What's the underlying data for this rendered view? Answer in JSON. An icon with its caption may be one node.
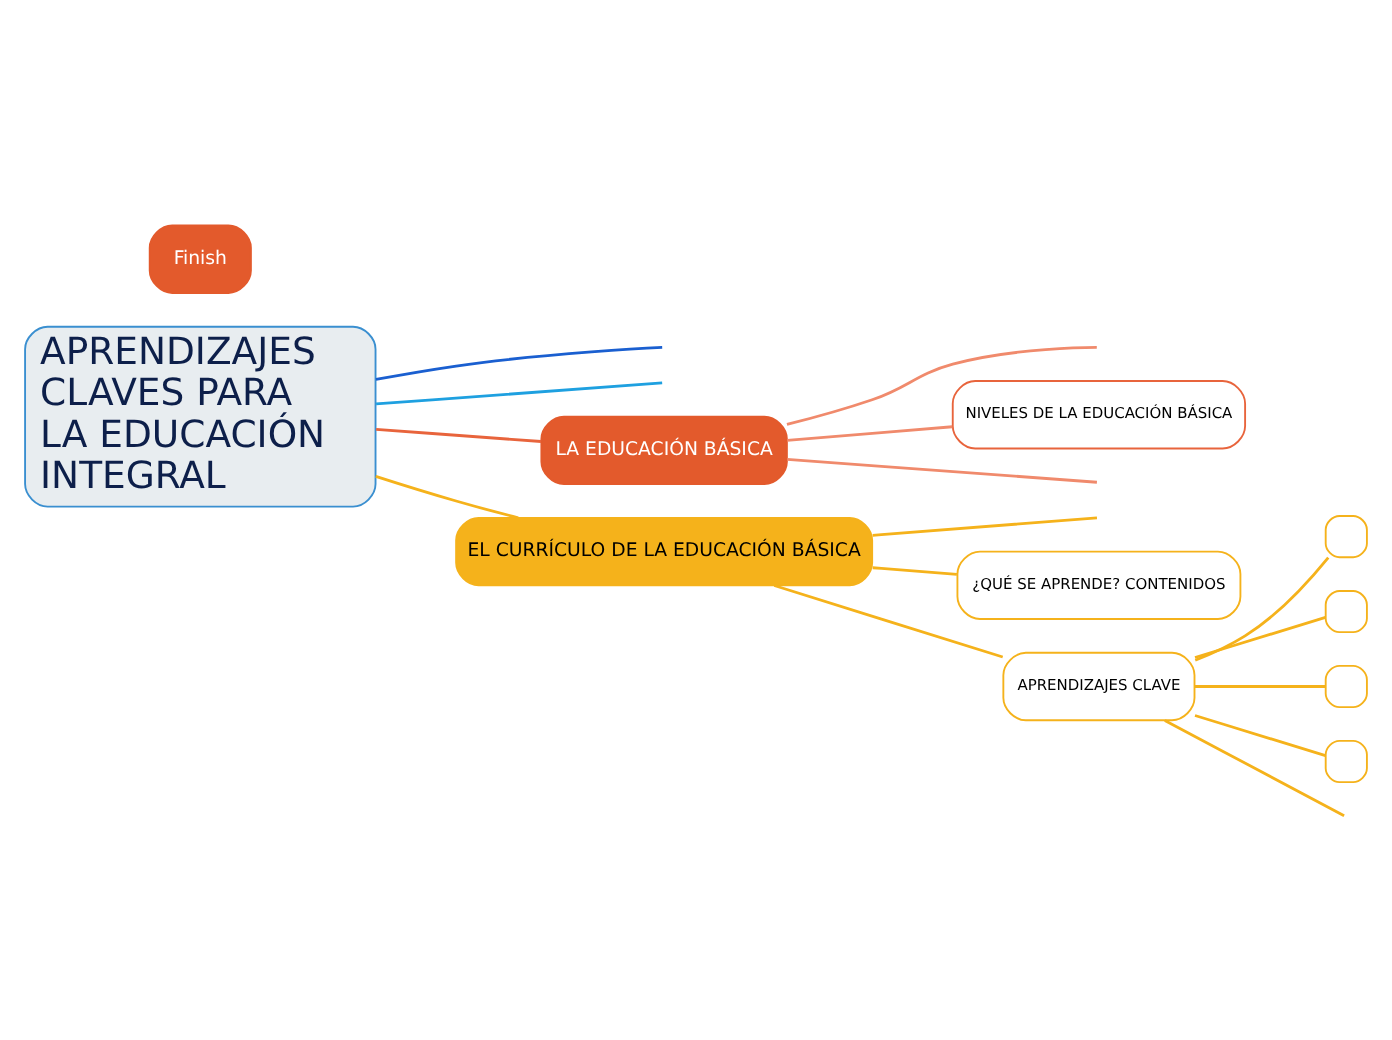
{
  "diagram": {
    "nodes": [
      {
        "text": [
          "APRENDIZAJES CLAVES PARA LA EDUCACIÓN INTEGRAL"
        ]
      },
      {
        "text": [
          "LA EDUCACIÓN BÁSICA"
        ]
      },
      {
        "text": [
          "NIVELES DE LA EDUCACIÓN BÁSICA"
        ]
      },
      {
        "text": [
          "EL CURRÍCULO DE LA EDUCACIÓN BÁSICA"
        ]
      },
      {
        "text": [
          "¿QUÉ SE APRENDE? CONTENIDOS"
        ]
      },
      {
        "text": [
          "APRENDIZAJES CLAVE"
        ]
      },
      {
        "text": [
          "Finish"
        ]
      },
      {
        "text": [],
        "shape": "box"
      },
      {
        "text": [],
        "shape": "box"
      },
      {
        "text": [],
        "shape": "box"
      },
      {
        "text": [],
        "shape": "box"
      }
    ],
    "edges": [
      {
        "from": 0,
        "to": null,
        "arrow": "none",
        "color": "#1a5fd0"
      },
      {
        "from": 0,
        "to": null,
        "arrow": "none",
        "color": "#1ea0e0"
      },
      {
        "from": 0,
        "to": 1,
        "arrow": "none",
        "color": "#e8643c"
      },
      {
        "from": 1,
        "to": null,
        "arrow": "none",
        "color": "#f08a6c"
      },
      {
        "from": 1,
        "to": 2,
        "arrow": "none",
        "color": "#f08a6c"
      },
      {
        "from": 1,
        "to": null,
        "arrow": "none",
        "color": "#f08a6c"
      },
      {
        "from": 0,
        "to": 3,
        "arrow": "none"
      },
      {
        "from": 3,
        "to": null,
        "arrow": "none"
      },
      {
        "from": 3,
        "to": 4,
        "arrow": "none"
      },
      {
        "from": 3,
        "to": 5,
        "arrow": "none"
      },
      {
        "from": 5,
        "to": 7,
        "arrow": "none"
      },
      {
        "from": 5,
        "to": 8,
        "arrow": "none"
      },
      {
        "from": 5,
        "to": 9,
        "arrow": "none"
      },
      {
        "from": 5,
        "to": 10,
        "arrow": "none"
      },
      {
        "from": 5,
        "to": null,
        "arrow": "none"
      }
    ]
  }
}
